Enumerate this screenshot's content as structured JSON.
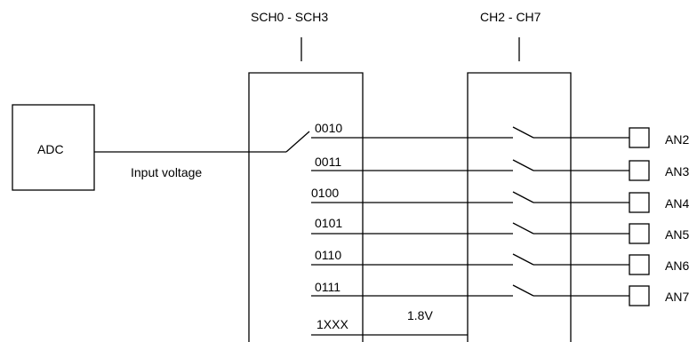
{
  "sch_header": "SCH0  -  SCH3",
  "ch_header": "CH2 - CH7",
  "adc_label": "ADC",
  "input_label": "Input voltage",
  "reference_label": "1.8V",
  "codes": [
    "0010",
    "0011",
    "0100",
    "0101",
    "0110",
    "0111",
    "1XXX"
  ],
  "pins": [
    "AN2",
    "AN3",
    "AN4",
    "AN5",
    "AN6",
    "AN7"
  ]
}
